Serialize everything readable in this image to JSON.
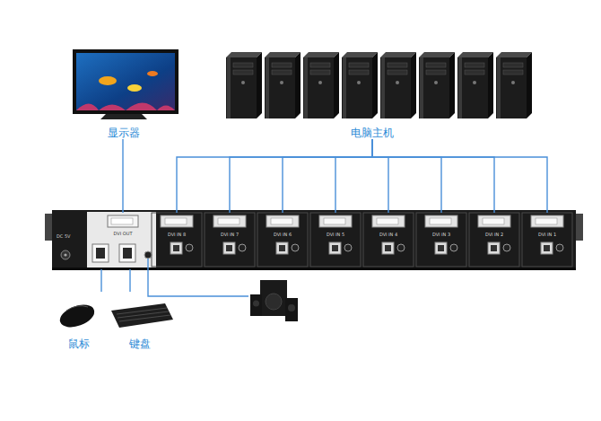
{
  "diagram": {
    "nodes": [
      {
        "text": [
          "显示器"
        ]
      },
      {
        "text": [
          "电脑主机"
        ]
      },
      {
        "text": [
          "DC 5V"
        ]
      },
      {
        "text": [
          "DVI OUT"
        ],
        "in": 2
      },
      {
        "text": [
          "DVI IN 8"
        ],
        "in": 2
      },
      {
        "text": [
          "DVI IN 7"
        ],
        "in": 2
      },
      {
        "text": [
          "DVI IN 6"
        ],
        "in": 2
      },
      {
        "text": [
          "DVI IN 5"
        ],
        "in": 2
      },
      {
        "text": [
          "DVI IN 4"
        ],
        "in": 2
      },
      {
        "text": [
          "DVI IN 3"
        ],
        "in": 2
      },
      {
        "text": [
          "DVI IN 2"
        ],
        "in": 2
      },
      {
        "text": [
          "DVI IN 1"
        ],
        "in": 2
      },
      {
        "text": [
          "鼠标"
        ]
      },
      {
        "text": [
          "键盘"
        ]
      }
    ],
    "edges": [
      {
        "from": 0,
        "to": 3,
        "arrow": "none"
      },
      {
        "from": 1,
        "to": 4,
        "arrow": "none"
      },
      {
        "from": 1,
        "to": 5,
        "arrow": "none"
      },
      {
        "from": 1,
        "to": 6,
        "arrow": "none"
      },
      {
        "from": 1,
        "to": 7,
        "arrow": "none"
      },
      {
        "from": 1,
        "to": 8,
        "arrow": "none"
      },
      {
        "from": 1,
        "to": 9,
        "arrow": "none"
      },
      {
        "from": 1,
        "to": 10,
        "arrow": "none"
      },
      {
        "from": 1,
        "to": 11,
        "arrow": "none"
      },
      {
        "from": 12,
        "to": 2,
        "arrow": "none"
      },
      {
        "from": 13,
        "to": 2,
        "arrow": "none"
      }
    ]
  }
}
